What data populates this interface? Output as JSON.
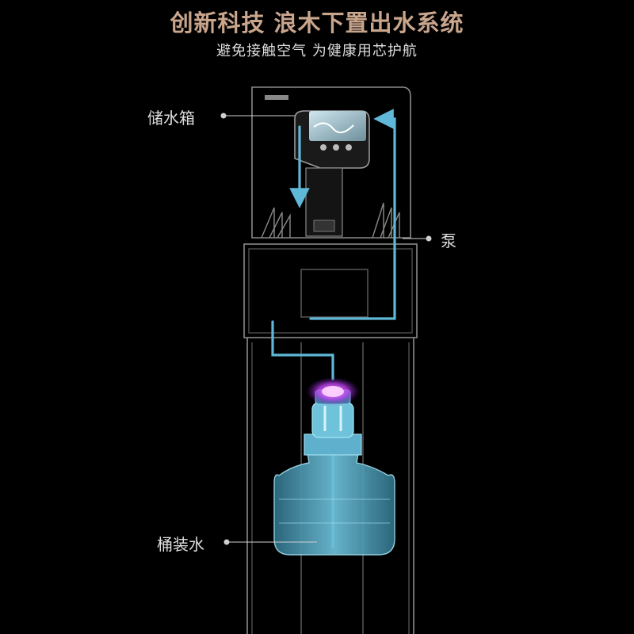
{
  "header": {
    "title": "创新科技 浪木下置出水系统",
    "subtitle": "避免接触空气 为健康用芯护航"
  },
  "callouts": {
    "tank": "储水箱",
    "pump": "泵",
    "bucket": "桶装水"
  },
  "colors": {
    "background": "#000000",
    "title": "#c9a58c",
    "flow": "#5fb8d8",
    "outline": "#8a8a8a",
    "uv_glow": "#d070ff"
  }
}
